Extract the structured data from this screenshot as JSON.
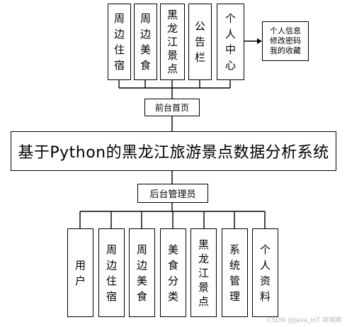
{
  "top_modules": [
    {
      "label": "周\n边\n住\n宿"
    },
    {
      "label": "周\n边\n美\n食"
    },
    {
      "label": "黑\n龙\n江\n景\n点"
    },
    {
      "label": "公\n告\n栏"
    },
    {
      "label": "个\n人\n中\n心"
    }
  ],
  "personal_note": {
    "label": "个人信息\n修改密码\n我的收藏"
  },
  "front_home": {
    "label": "前台首页"
  },
  "system_title": {
    "label": "基于Python的黑龙江旅游景点数据分析系统"
  },
  "back_admin": {
    "label": "后台管理员"
  },
  "bottom_modules": [
    {
      "label": "用\n户"
    },
    {
      "label": "周\n边\n住\n宿"
    },
    {
      "label": "周\n边\n美\n食"
    },
    {
      "label": "美\n食\n分\n类"
    },
    {
      "label": "黑\n龙\n江\n景\n点"
    },
    {
      "label": "系\n统\n管\n理"
    },
    {
      "label": "个\n人\n资\n料"
    }
  ],
  "watermark": {
    "label": "CSDN @Java_IoT 攻城狮"
  }
}
